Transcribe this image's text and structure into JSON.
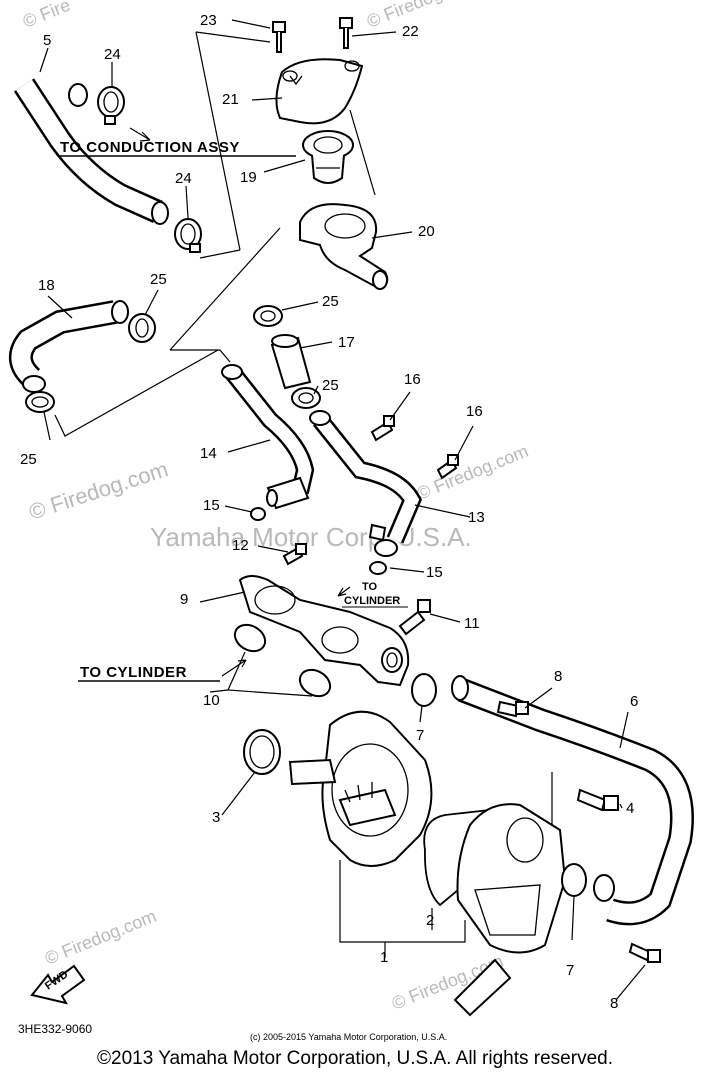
{
  "watermarks": {
    "firedog_diag": "© Firedog.com",
    "yamaha_center": "Yamaha Motor Corp, U.S.A.",
    "firedog_top": "© Firedog",
    "firedog_corner": "© Fire"
  },
  "callouts": {
    "p1": "1",
    "p2": "2",
    "p3": "3",
    "p4": "4",
    "p5": "5",
    "p6": "6",
    "p7a": "7",
    "p7b": "7",
    "p8a": "8",
    "p8b": "8",
    "p9": "9",
    "p10": "10",
    "p11": "11",
    "p12": "12",
    "p13": "13",
    "p14": "14",
    "p15a": "15",
    "p15b": "15",
    "p16a": "16",
    "p16b": "16",
    "p17": "17",
    "p18": "18",
    "p19": "19",
    "p20": "20",
    "p21": "21",
    "p22": "22",
    "p23": "23",
    "p24a": "24",
    "p24b": "24",
    "p25a": "25",
    "p25b": "25",
    "p25c": "25",
    "p25d": "25"
  },
  "annotations": {
    "to_conduction": "TO CONDUCTION ASSY",
    "to_cylinder_main": "TO CYLINDER",
    "to_cylinder_small_1": "TO",
    "to_cylinder_small_2": "CYLINDER",
    "fwd": "FWD"
  },
  "part_code": "3HE332-9060",
  "small_copyright": "(c) 2005-2015 Yamaha Motor Corporation, U.S.A.",
  "footer_copyright": "©2013 Yamaha Motor Corporation, U.S.A. All rights reserved."
}
